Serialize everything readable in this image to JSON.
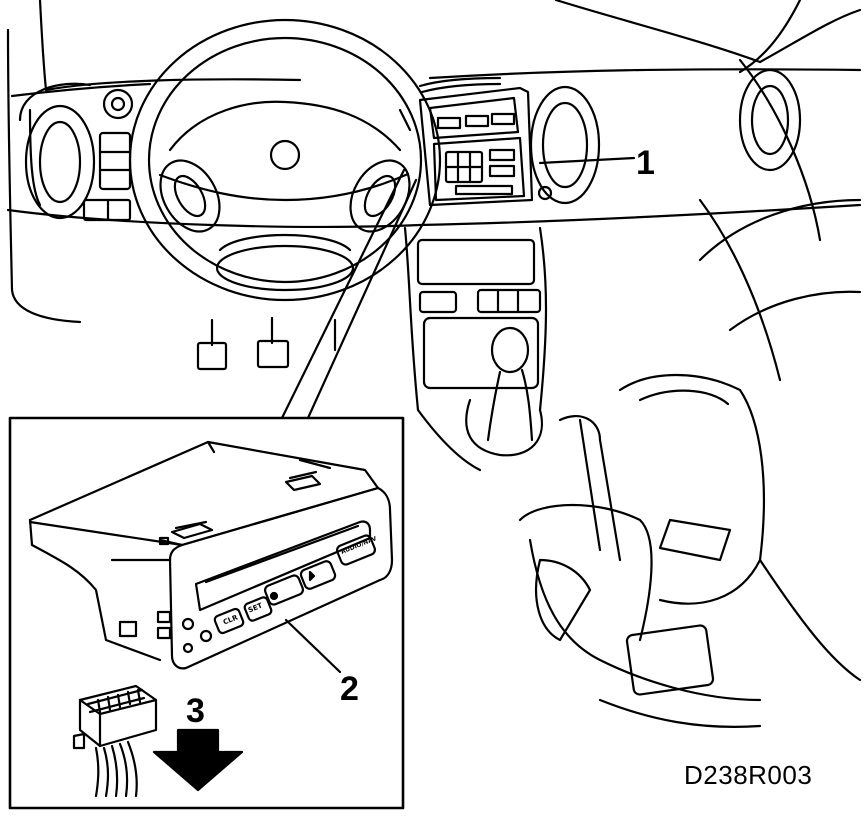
{
  "figure": {
    "callouts": [
      {
        "id": "1",
        "label": "1"
      },
      {
        "id": "2",
        "label": "2"
      },
      {
        "id": "3",
        "label": "3"
      }
    ],
    "drawing_code": "D238R003",
    "unit_buttons": [
      "CLR",
      "SET",
      "AUDIO/NAV"
    ]
  }
}
